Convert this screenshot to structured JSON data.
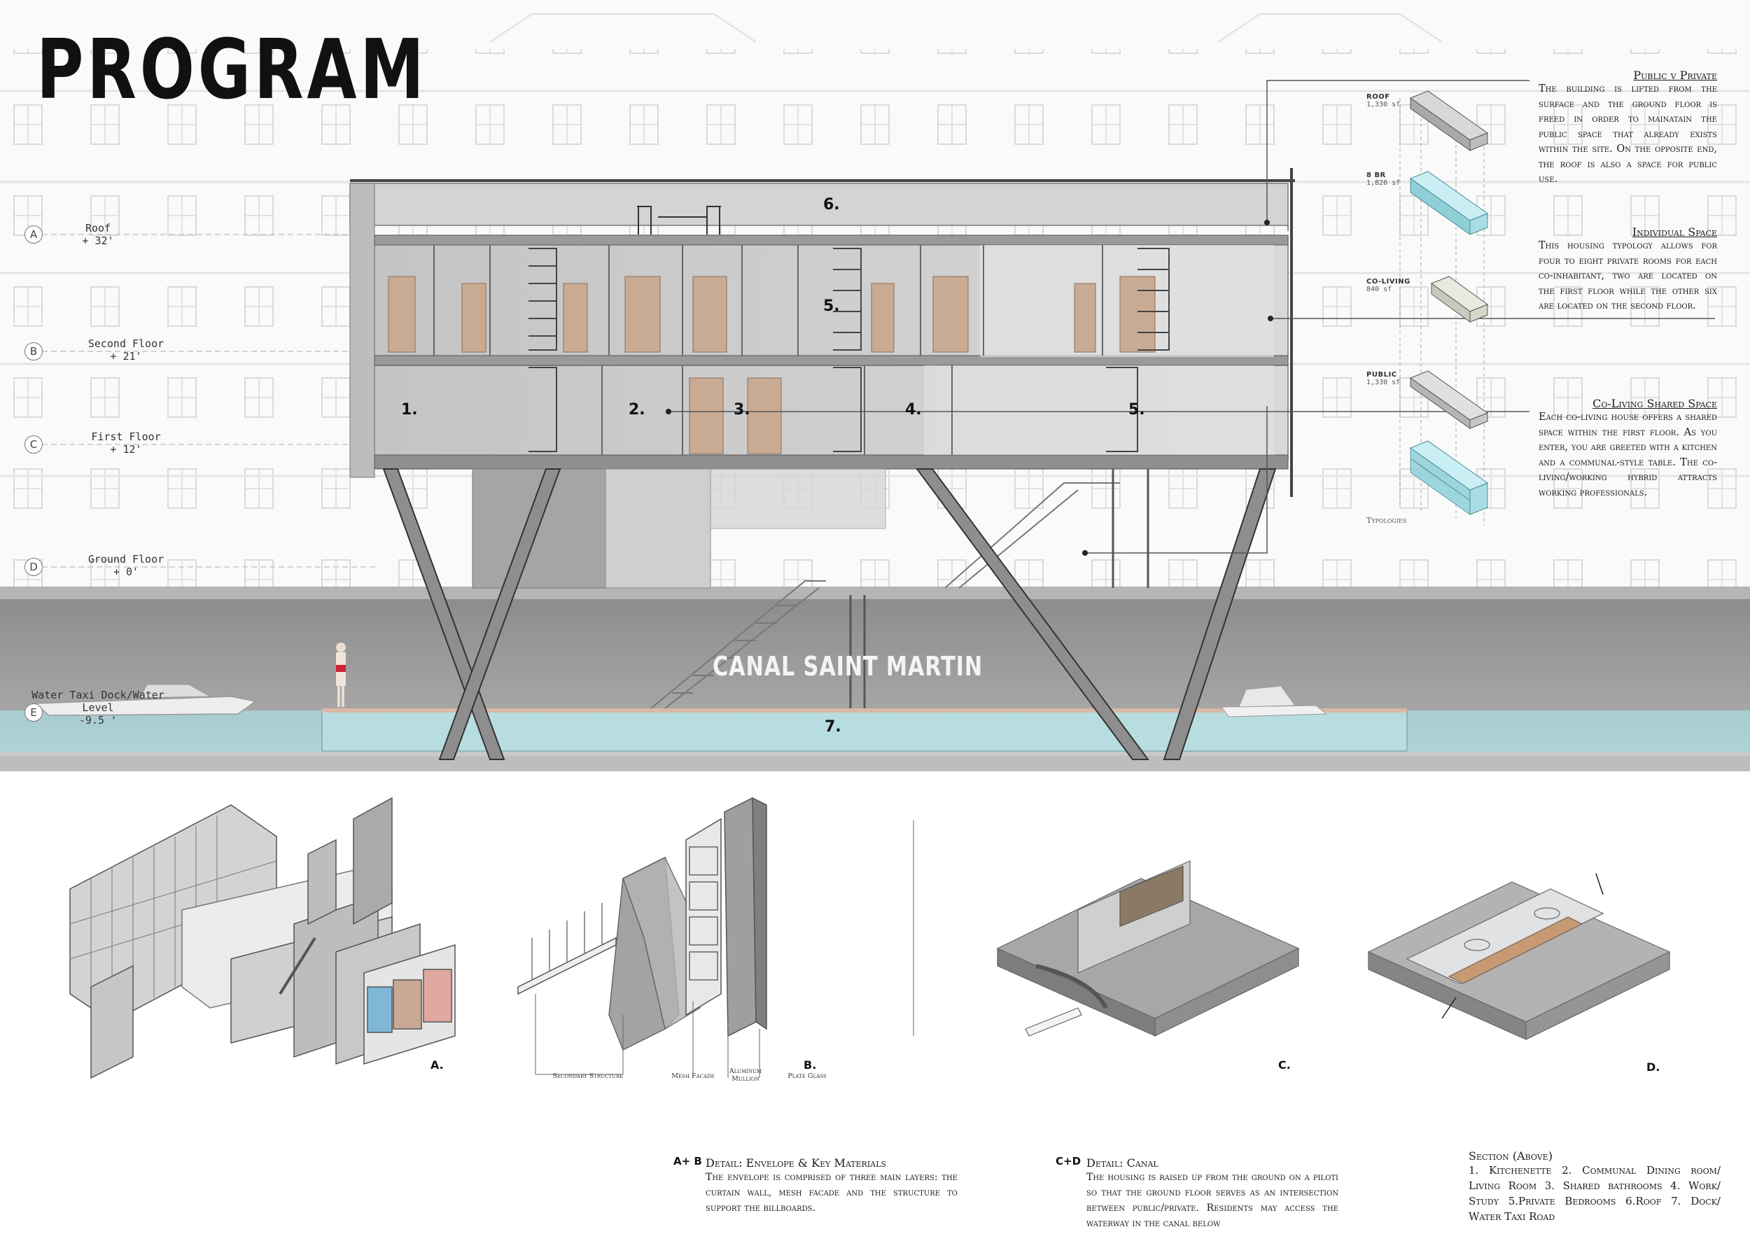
{
  "title": "PROGRAM",
  "levels": [
    {
      "letter": "A",
      "name": "Roof",
      "height": "+ 32'"
    },
    {
      "letter": "B",
      "name": "Second Floor",
      "height": "+ 21'"
    },
    {
      "letter": "C",
      "name": "First Floor",
      "height": "+ 12'"
    },
    {
      "letter": "D",
      "name": "Ground Floor",
      "height": "+ 0'"
    },
    {
      "letter": "E",
      "name": "Water Taxi Dock/Water Level",
      "height": "-9.5 '"
    }
  ],
  "section_numbers": [
    "6.",
    "5.",
    "1.",
    "2.",
    "3.",
    "4.",
    "5.",
    "7."
  ],
  "canal_label": "CANAL SAINT MARTIN",
  "typologies": {
    "items": [
      {
        "name": "ROOF",
        "area": "1,330 sf"
      },
      {
        "name": "8 BR",
        "area": "1,820 sf"
      },
      {
        "name": "CO-LIVING",
        "area": "840 sf"
      },
      {
        "name": "PUBLIC",
        "area": "1,330 sf"
      }
    ],
    "caption": "Typologies"
  },
  "notes": [
    {
      "heading": "Public v Private",
      "body": "The building is lifted from the surface and the ground floor is freed in order to mainatain the public space that already exists within the site. On the opposite end, the roof is also a space for public use."
    },
    {
      "heading": "Individual Space",
      "body": "This housing typology allows for four to eight private rooms for each co-inhabitant, two are located on the first floor while the other six are located on the second floor."
    },
    {
      "heading": "Co-Living Shared Space",
      "body": "Each co-living house offers a shared space within the first floor. As you enter, you are greeted with a kitchen and a communal-style table. The co-living/working hybrid attracts working professionals."
    }
  ],
  "diagrams": {
    "a_label": "A.",
    "b_label": "B.",
    "c_label": "C.",
    "d_label": "D.",
    "callouts": [
      "Secondary Structure",
      "Mesh Facade",
      "Aluminum Mullion",
      "Plate Glass"
    ]
  },
  "details": [
    {
      "key": "A+ B",
      "heading": "Detail: Envelope & Key Materials",
      "body": "The envelope is comprised of three main layers: the curtain wall, mesh facade and the structure to support the billboards."
    },
    {
      "key": "C+D",
      "heading": "Detail: Canal",
      "body": "The housing is raised up from the ground on a piloti so that the ground floor serves as an intersection between public/private. Residents may access the waterway in the canal below"
    }
  ],
  "legend": {
    "heading": "Section (Above)",
    "body": "1. Kitchenette 2. Communal Dining room/ Living Room 3. Shared bathrooms 4. Work/ Study 5.Private Bedrooms 6.Roof 7. Dock/ Water Taxi Road"
  },
  "colors": {
    "water": "#a9d3d8",
    "concrete": "#b8b8b8",
    "glass": "#8fd0d8",
    "wood": "#c9ab94"
  }
}
